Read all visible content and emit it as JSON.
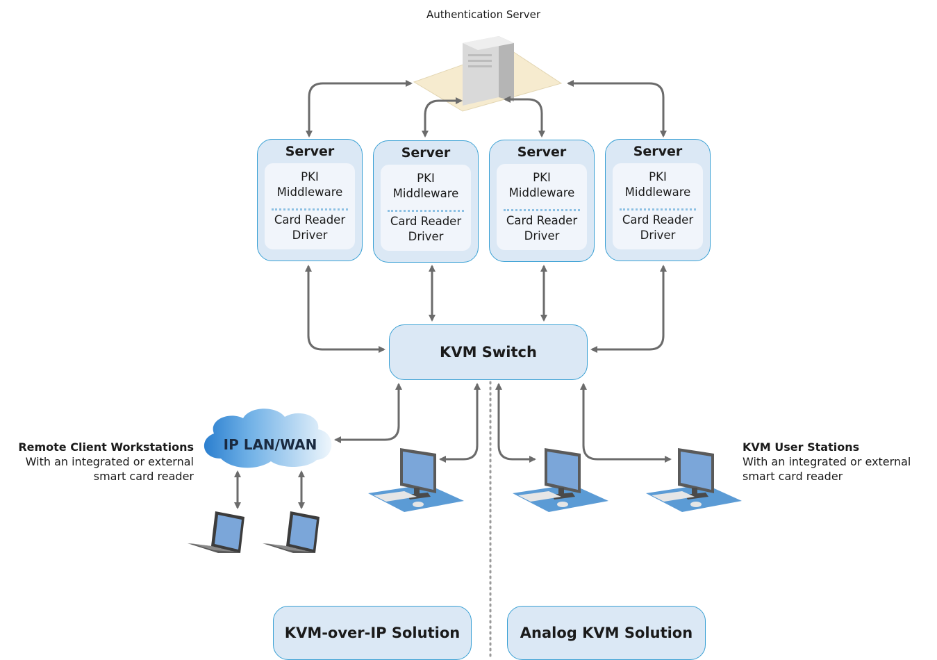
{
  "diagram": {
    "auth_server_label": "Authentication Server",
    "server_block": {
      "title": "Server",
      "line1": "PKI",
      "line2": "Middleware",
      "line3": "Card Reader",
      "line4": "Driver"
    },
    "kvm_switch_label": "KVM Switch",
    "cloud_label": "IP LAN/WAN",
    "remote_caption": {
      "title": "Remote Client Workstations",
      "line1": "With an integrated or external",
      "line2": "smart card reader"
    },
    "user_caption": {
      "title": "KVM User Stations",
      "line1": "With an integrated or external",
      "line2": "smart card reader"
    },
    "kvm_over_ip_label": "KVM-over-IP Solution",
    "analog_kvm_label": "Analog KVM Solution"
  },
  "colors": {
    "box_fill": "#dbe8f5",
    "box_border": "#39a0d4",
    "arrow": "#6b6b6b",
    "desk": "#5b9bd5",
    "monitor_screen": "#7ba6d9"
  }
}
